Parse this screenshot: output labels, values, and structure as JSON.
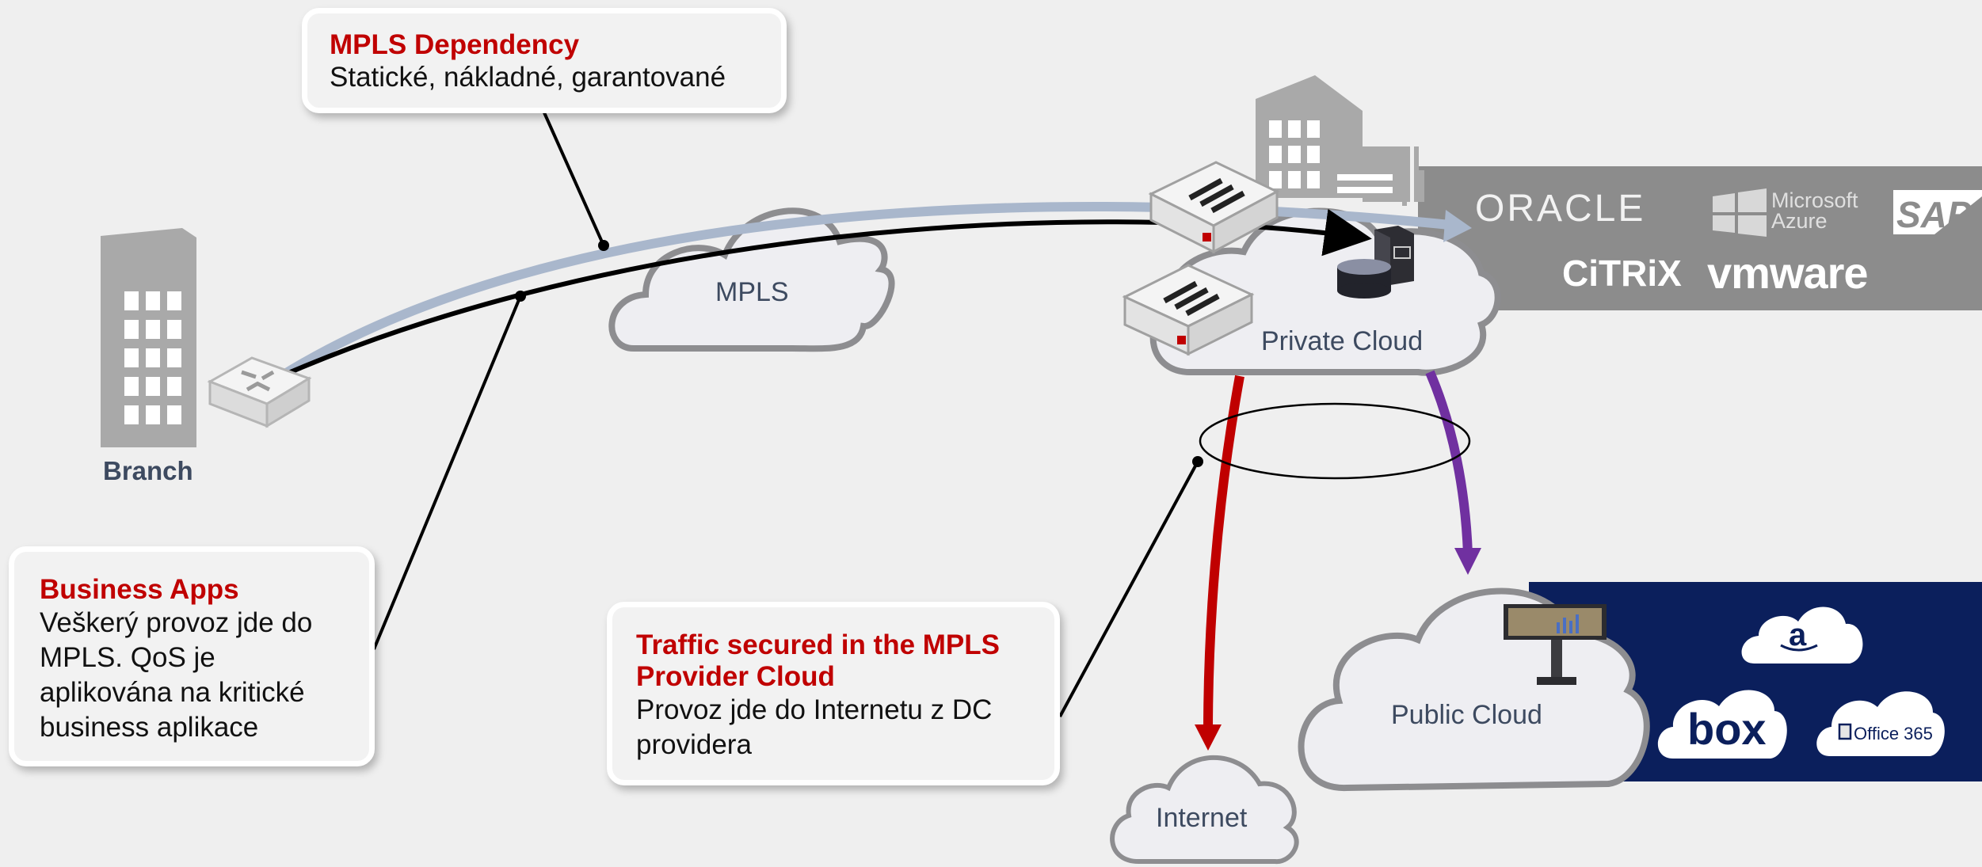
{
  "callouts": {
    "mpls_dependency": {
      "title": "MPLS Dependency",
      "text": "Statické, nákladné, garantované"
    },
    "business_apps": {
      "title": "Business Apps",
      "lines": [
        "Veškerý provoz jde do",
        "MPLS. QoS je",
        "aplikována na kritické",
        "business aplikace"
      ]
    },
    "traffic_secured": {
      "title_lines": [
        "Traffic secured in the MPLS",
        "Provider Cloud"
      ],
      "lines": [
        "Provoz jde do Internetu z DC",
        "providera"
      ]
    }
  },
  "nodes": {
    "branch": "Branch",
    "mpls": "MPLS",
    "private_cloud": "Private Cloud",
    "public_cloud": "Public Cloud",
    "internet": "Internet"
  },
  "logos": {
    "oracle": "ORACLE",
    "microsoft_line1": "Microsoft",
    "microsoft_line2": "Azure",
    "sap": "SAP",
    "citrix": "CiTRiX",
    "vmware": "vmware",
    "amazon": "a",
    "box": "box",
    "office365": "Office 365"
  },
  "colors": {
    "background": "#efefef",
    "callout_title": "#c00000",
    "label_text": "#3d4a60",
    "app_band": "#8c8c8c",
    "saas_band": "#0b1f5c",
    "internet_arrow": "#c00000",
    "public_arrow": "#7030a0",
    "overlay_path": "#a9b7cc"
  }
}
